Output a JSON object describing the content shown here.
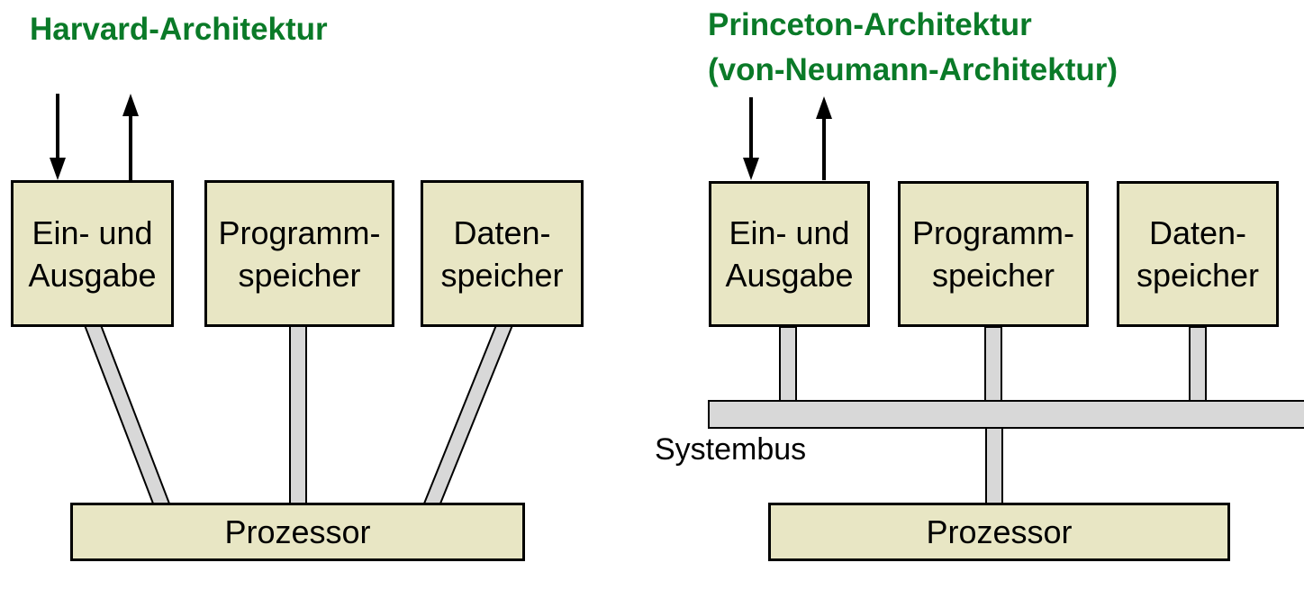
{
  "colors": {
    "title_green": "#0a7a28",
    "box_fill": "#e8e6c4",
    "bus_fill": "#d8d8d8",
    "outline": "#000000",
    "background": "#ffffff"
  },
  "harvard": {
    "title": "Harvard-Architektur",
    "io_box": {
      "line1": "Ein- und",
      "line2": "Ausgabe"
    },
    "program_box": {
      "line1": "Programm-",
      "line2": "speicher"
    },
    "data_box": {
      "line1": "Daten-",
      "line2": "speicher"
    },
    "processor_label": "Prozessor"
  },
  "princeton": {
    "title_line1": "Princeton-Architektur",
    "title_line2": "(von-Neumann-Architektur)",
    "io_box": {
      "line1": "Ein- und",
      "line2": "Ausgabe"
    },
    "program_box": {
      "line1": "Programm-",
      "line2": "speicher"
    },
    "data_box": {
      "line1": "Daten-",
      "line2": "speicher"
    },
    "bus_label": "Systembus",
    "processor_label": "Prozessor"
  }
}
